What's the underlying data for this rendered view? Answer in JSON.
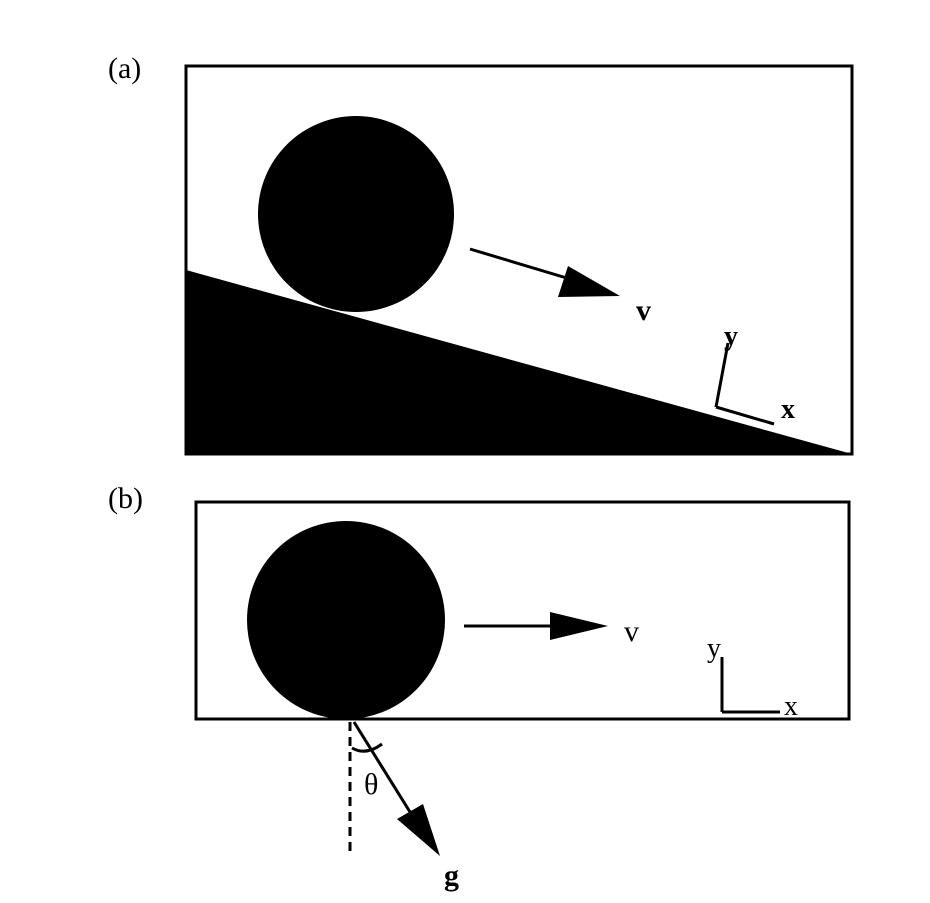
{
  "panels": [
    {
      "label": "(a)",
      "velocity_label": "v",
      "axis_x_label": "x",
      "axis_y_label": "y"
    },
    {
      "label": "(b)",
      "velocity_label": "v",
      "axis_x_label": "x",
      "axis_y_label": "y",
      "gravity_label": "g",
      "angle_label": "θ"
    }
  ],
  "colors": {
    "ink": "#000000",
    "background": "#ffffff"
  }
}
